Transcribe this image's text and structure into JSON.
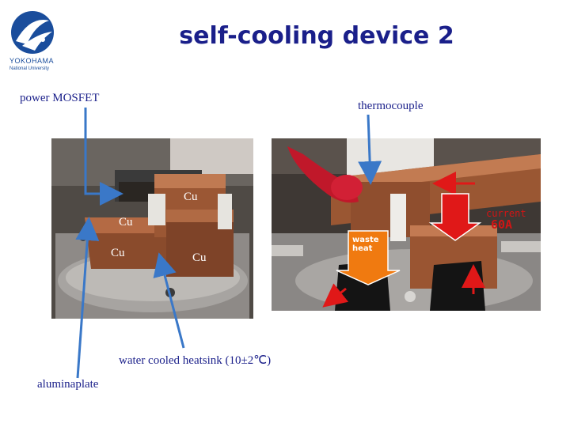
{
  "logo": {
    "name": "YOKOHAMA",
    "subtitle": "National University"
  },
  "title": "self-cooling device 2",
  "labels": {
    "power_mosfet": "power MOSFET",
    "thermocouple": "thermocouple",
    "cu_top": "Cu",
    "cu_mid": "Cu",
    "cu_left": "Cu",
    "cu_center": "Cu",
    "heatsink": "water cooled heatsink (10±2℃)",
    "aluminaplate": "aluminaplate",
    "waste_heat_line1": "waste",
    "waste_heat_line2": "heat",
    "current_line1": "current",
    "current_line2": "60A"
  },
  "colors": {
    "title": "#1a1f8a",
    "arrow_blue": "#3a78c8",
    "arrow_red": "#e01818",
    "waste_heat_arrow": "#f07a10",
    "copper": "#a55a35"
  }
}
